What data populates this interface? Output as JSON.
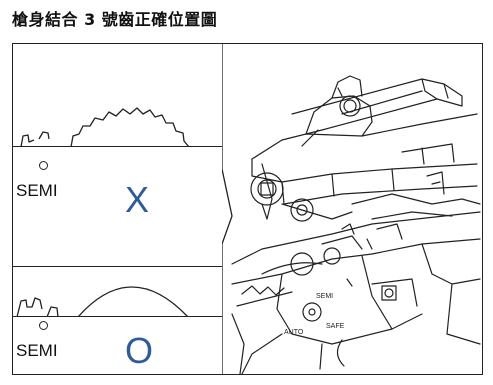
{
  "title": "槍身結合 3 號齒正確位置圖",
  "panels": [
    {
      "label": "SEMI",
      "mark": "X",
      "status": "incorrect"
    },
    {
      "label": "SEMI",
      "mark": "O",
      "status": "correct"
    }
  ],
  "selector_labels": {
    "auto": "AUTO",
    "semi": "SEMI",
    "safe": "SAFE"
  },
  "colors": {
    "mark": "#2f5b98",
    "line": "#222222"
  }
}
